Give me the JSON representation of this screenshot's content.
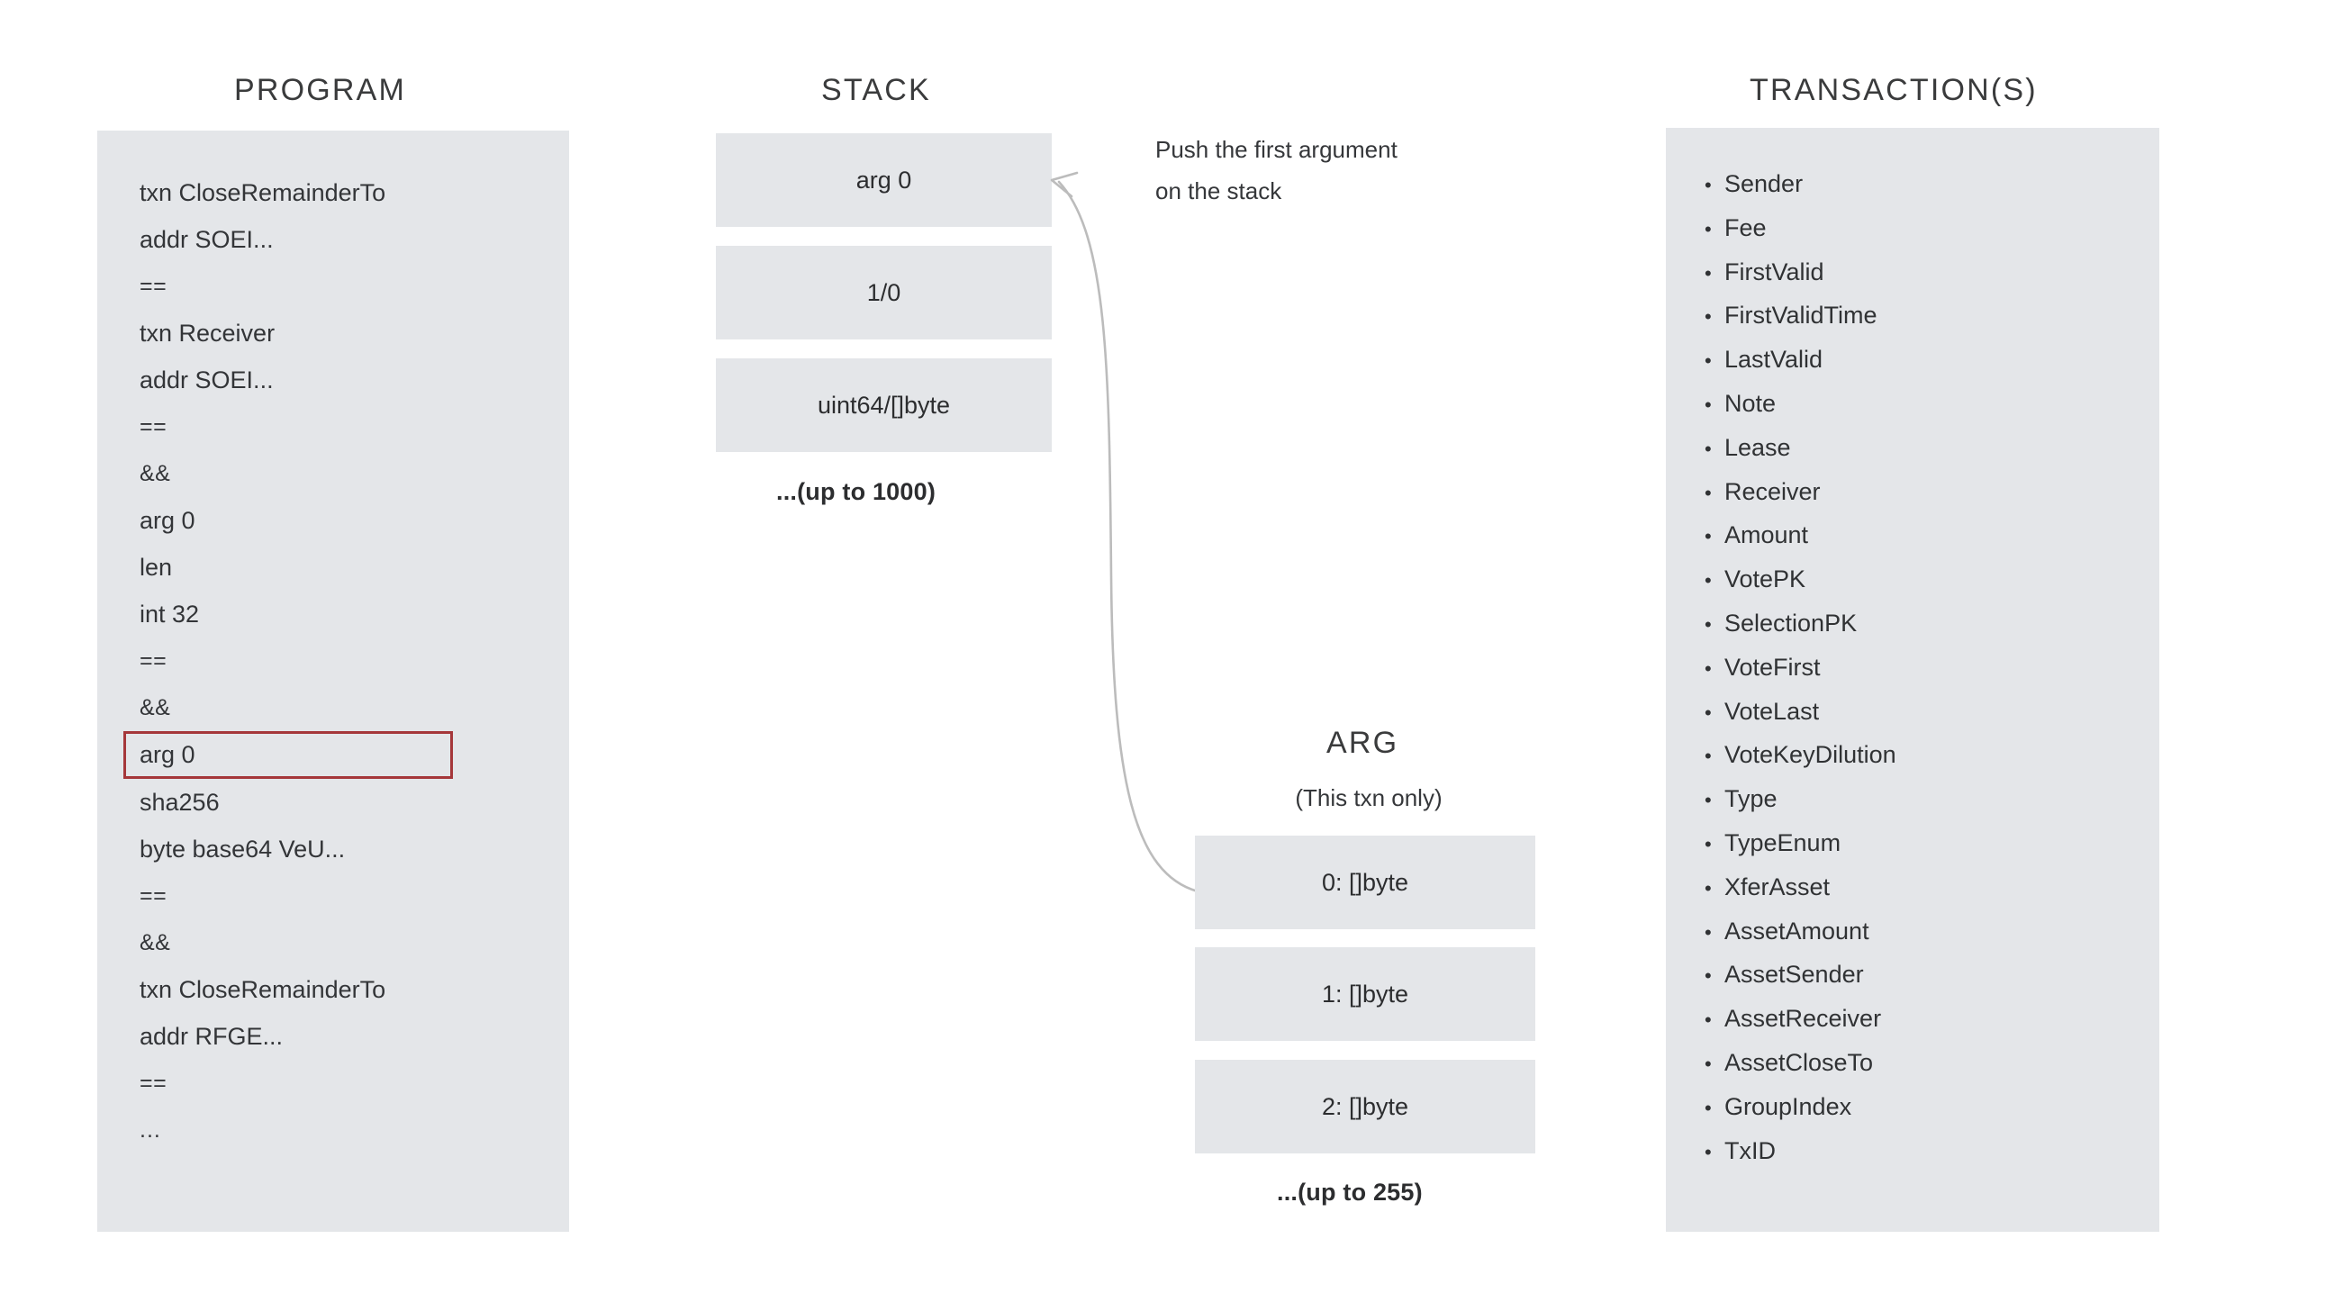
{
  "columns": {
    "program": {
      "header": "PROGRAM",
      "lines": [
        {
          "text": "txn CloseRemainderTo",
          "kind": "op",
          "highlighted": false
        },
        {
          "text": "addr SOEI...",
          "kind": "op",
          "highlighted": false
        },
        {
          "text": "==",
          "kind": "sym",
          "highlighted": false
        },
        {
          "text": "txn Receiver",
          "kind": "op",
          "highlighted": false
        },
        {
          "text": "addr SOEI...",
          "kind": "op",
          "highlighted": false
        },
        {
          "text": "==",
          "kind": "sym",
          "highlighted": false
        },
        {
          "text": "&&",
          "kind": "sym",
          "highlighted": false
        },
        {
          "text": "arg 0",
          "kind": "op",
          "highlighted": false
        },
        {
          "text": "len",
          "kind": "op",
          "highlighted": false
        },
        {
          "text": "int 32",
          "kind": "op",
          "highlighted": false
        },
        {
          "text": "==",
          "kind": "sym",
          "highlighted": false
        },
        {
          "text": "&&",
          "kind": "sym",
          "highlighted": false
        },
        {
          "text": "arg 0",
          "kind": "op",
          "highlighted": true
        },
        {
          "text": "sha256",
          "kind": "op",
          "highlighted": false
        },
        {
          "text": "byte base64 VeU...",
          "kind": "op",
          "highlighted": false
        },
        {
          "text": "==",
          "kind": "sym",
          "highlighted": false
        },
        {
          "text": "&&",
          "kind": "sym",
          "highlighted": false
        },
        {
          "text": "txn CloseRemainderTo",
          "kind": "op",
          "highlighted": false
        },
        {
          "text": "addr RFGE...",
          "kind": "op",
          "highlighted": false
        },
        {
          "text": "==",
          "kind": "sym",
          "highlighted": false
        },
        {
          "text": "...",
          "kind": "ellipsis",
          "highlighted": false
        }
      ]
    },
    "stack": {
      "header": "STACK",
      "cells": [
        {
          "label": "arg 0"
        },
        {
          "label": "1/0"
        },
        {
          "label": "uint64/[]byte"
        }
      ],
      "more_caption": "...(up to 1000)"
    },
    "arg": {
      "header": "ARG",
      "subtitle": "(This txn only)",
      "cells": [
        {
          "label": "0: []byte"
        },
        {
          "label": "1: []byte"
        },
        {
          "label": "2: []byte"
        }
      ],
      "more_caption": "...(up to 255)"
    },
    "transactions": {
      "header": "TRANSACTION(S)",
      "bullet": "•",
      "fields": [
        "Sender",
        "Fee",
        "FirstValid",
        "FirstValidTime",
        "LastValid",
        "Note",
        "Lease",
        "Receiver",
        "Amount",
        "VotePK",
        "SelectionPK",
        "VoteFirst",
        "VoteLast",
        "VoteKeyDilution",
        "Type",
        "TypeEnum",
        "XferAsset",
        "AssetAmount",
        "AssetSender",
        "AssetReceiver",
        "AssetCloseTo",
        "GroupIndex",
        "TxID"
      ]
    }
  },
  "annotations": {
    "push_note_line1": "Push the first argument",
    "push_note_line2": "on the stack"
  },
  "colors": {
    "panel_fill": "#e4e6e9",
    "cell_fill": "#e4e6e9",
    "highlight_border": "#a5373a",
    "text": "#303234",
    "arrow": "#b9b9b9",
    "background": "#ffffff"
  }
}
